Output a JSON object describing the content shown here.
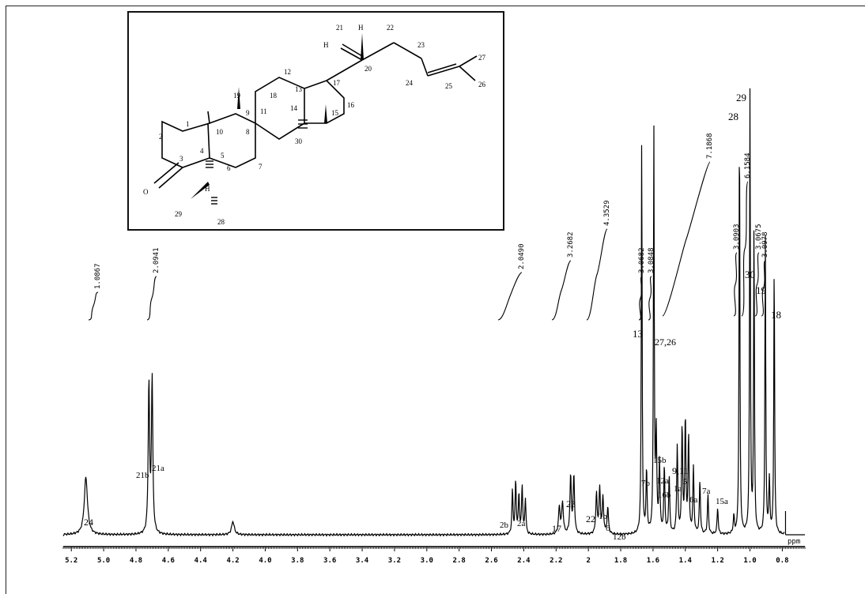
{
  "chart_data": {
    "type": "line",
    "xlabel": "ppm",
    "x_reversed": true,
    "xlim": [
      5.25,
      0.66
    ],
    "ticks": [
      "5.2",
      "5.0",
      "4.8",
      "4.6",
      "4.4",
      "4.2",
      "4.0",
      "3.8",
      "3.6",
      "3.4",
      "3.2",
      "3.0",
      "2.8",
      "2.6",
      "2.4",
      "2.2",
      "2",
      "1.8",
      "1.6",
      "1.4",
      "1.2",
      "1.0",
      "0.8"
    ],
    "tick_values": [
      5.2,
      5.0,
      4.8,
      4.6,
      4.4,
      4.2,
      4.0,
      3.8,
      3.6,
      3.4,
      3.2,
      3.0,
      2.8,
      2.6,
      2.4,
      2.2,
      2.0,
      1.8,
      1.6,
      1.4,
      1.2,
      1.0,
      0.8
    ],
    "peaks": [
      {
        "ppm": 5.11,
        "height": 0.13,
        "width": 0.012
      },
      {
        "ppm": 4.72,
        "height": 0.34,
        "width": 0.005
      },
      {
        "ppm": 4.7,
        "height": 0.35,
        "width": 0.005
      },
      {
        "ppm": 4.2,
        "height": 0.03,
        "width": 0.01
      },
      {
        "ppm": 2.47,
        "height": 0.1,
        "width": 0.004
      },
      {
        "ppm": 2.45,
        "height": 0.12,
        "width": 0.004
      },
      {
        "ppm": 2.43,
        "height": 0.09,
        "width": 0.004
      },
      {
        "ppm": 2.41,
        "height": 0.11,
        "width": 0.004
      },
      {
        "ppm": 2.39,
        "height": 0.08,
        "width": 0.004
      },
      {
        "ppm": 2.18,
        "height": 0.06,
        "width": 0.006
      },
      {
        "ppm": 2.16,
        "height": 0.07,
        "width": 0.006
      },
      {
        "ppm": 2.11,
        "height": 0.13,
        "width": 0.005
      },
      {
        "ppm": 2.09,
        "height": 0.13,
        "width": 0.005
      },
      {
        "ppm": 1.95,
        "height": 0.09,
        "width": 0.005
      },
      {
        "ppm": 1.93,
        "height": 0.1,
        "width": 0.005
      },
      {
        "ppm": 1.91,
        "height": 0.08,
        "width": 0.005
      },
      {
        "ppm": 1.88,
        "height": 0.06,
        "width": 0.005
      },
      {
        "ppm": 1.67,
        "height": 0.9,
        "width": 0.003
      },
      {
        "ppm": 1.64,
        "height": 0.14,
        "width": 0.004
      },
      {
        "ppm": 1.595,
        "height": 0.92,
        "width": 0.003
      },
      {
        "ppm": 1.58,
        "height": 0.22,
        "width": 0.004
      },
      {
        "ppm": 1.56,
        "height": 0.16,
        "width": 0.004
      },
      {
        "ppm": 1.53,
        "height": 0.15,
        "width": 0.004
      },
      {
        "ppm": 1.5,
        "height": 0.13,
        "width": 0.004
      },
      {
        "ppm": 1.45,
        "height": 0.2,
        "width": 0.004
      },
      {
        "ppm": 1.42,
        "height": 0.24,
        "width": 0.004
      },
      {
        "ppm": 1.4,
        "height": 0.26,
        "width": 0.004
      },
      {
        "ppm": 1.38,
        "height": 0.22,
        "width": 0.004
      },
      {
        "ppm": 1.35,
        "height": 0.15,
        "width": 0.004
      },
      {
        "ppm": 1.31,
        "height": 0.12,
        "width": 0.004
      },
      {
        "ppm": 1.26,
        "height": 0.09,
        "width": 0.004
      },
      {
        "ppm": 1.2,
        "height": 0.06,
        "width": 0.004
      },
      {
        "ppm": 1.1,
        "height": 0.04,
        "width": 0.004
      },
      {
        "ppm": 1.065,
        "height": 0.95,
        "width": 0.003
      },
      {
        "ppm": 1.0,
        "height": 1.0,
        "width": 0.003
      },
      {
        "ppm": 0.975,
        "height": 0.7,
        "width": 0.003
      },
      {
        "ppm": 0.905,
        "height": 0.68,
        "width": 0.003
      },
      {
        "ppm": 0.88,
        "height": 0.12,
        "width": 0.004
      },
      {
        "ppm": 0.85,
        "height": 0.62,
        "width": 0.003
      }
    ],
    "integrals": [
      {
        "value": "1.0867"
      },
      {
        "value": "2.0941"
      },
      {
        "value": "2.0490"
      },
      {
        "value": "3.2682"
      },
      {
        "value": "4.3529"
      },
      {
        "value": "3.0682"
      },
      {
        "value": "3.0848"
      },
      {
        "value": "7.1868"
      },
      {
        "value": "3.0903"
      },
      {
        "value": "6.1584"
      },
      {
        "value": "3.0675"
      },
      {
        "value": "3.0978"
      }
    ],
    "annotations": [
      {
        "text": "24"
      },
      {
        "text": "21b"
      },
      {
        "text": "21a"
      },
      {
        "text": "2b"
      },
      {
        "text": "2a"
      },
      {
        "text": "17"
      },
      {
        "text": "23"
      },
      {
        "text": "22"
      },
      {
        "text": "1b"
      },
      {
        "text": "6"
      },
      {
        "text": "12b"
      },
      {
        "text": "13"
      },
      {
        "text": "27,26"
      },
      {
        "text": "7b"
      },
      {
        "text": "15b"
      },
      {
        "text": "12a"
      },
      {
        "text": "16b"
      },
      {
        "text": "9,11"
      },
      {
        "text": "5"
      },
      {
        "text": "1a"
      },
      {
        "text": "6a"
      },
      {
        "text": "7a"
      },
      {
        "text": "15a"
      },
      {
        "text": "28"
      },
      {
        "text": "29"
      },
      {
        "text": "30"
      },
      {
        "text": "19"
      },
      {
        "text": "18"
      }
    ]
  },
  "structure": {
    "atom_labels": [
      "1",
      "2",
      "3",
      "4",
      "5",
      "6",
      "7",
      "8",
      "9",
      "10",
      "11",
      "12",
      "13",
      "14",
      "15",
      "16",
      "17",
      "18",
      "19",
      "20",
      "21",
      "22",
      "23",
      "24",
      "25",
      "26",
      "27",
      "28",
      "29",
      "30",
      "H",
      "H",
      "H",
      "O"
    ]
  }
}
